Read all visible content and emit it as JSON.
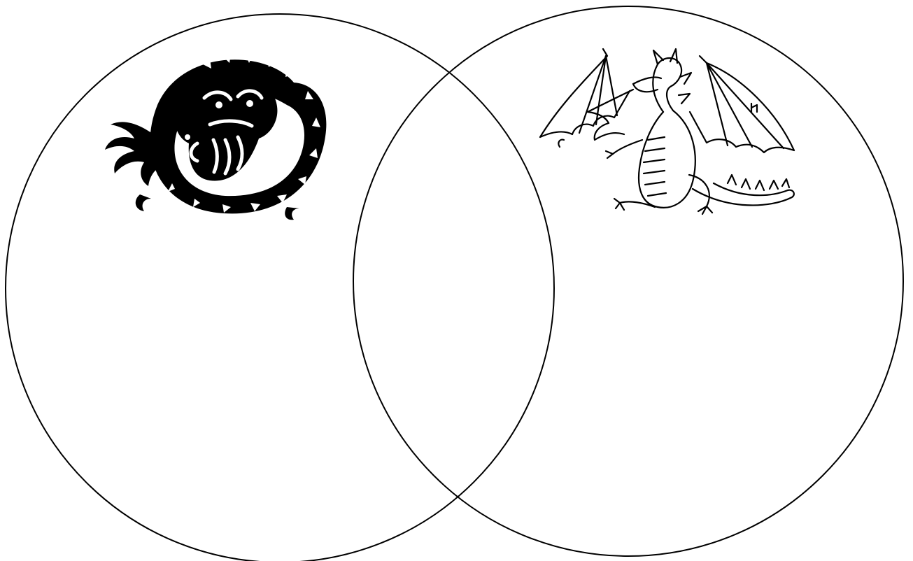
{
  "diagram": {
    "type": "venn",
    "set_count": 2,
    "stroke_color": "#000000",
    "background_color": "#ffffff",
    "sets": [
      {
        "id": "left",
        "icon": "chinese-dragon-icon"
      },
      {
        "id": "right",
        "icon": "european-dragon-icon"
      }
    ],
    "text_labels": []
  }
}
